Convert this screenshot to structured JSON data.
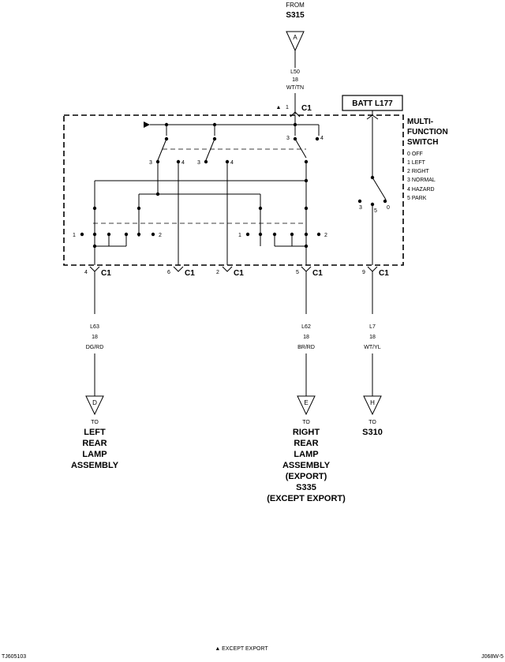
{
  "top_source": {
    "from_label": "FROM",
    "splice": "S315",
    "connector_letter": "A",
    "wire_circuit": "L50",
    "wire_gauge": "18",
    "wire_color": "WT/TN"
  },
  "top_connector": {
    "note_mark": "▲",
    "pin": "1",
    "name": "C1"
  },
  "batt_label": "BATT L177",
  "switch": {
    "title_lines": [
      "MULTI-",
      "FUNCTION",
      "SWITCH"
    ],
    "positions": [
      "0 OFF",
      "1 LEFT",
      "2 RIGHT",
      "3 NORMAL",
      "4 HAZARD",
      "5 PARK"
    ],
    "right_contacts": [
      "3",
      "5",
      "0"
    ]
  },
  "contact_labels": {
    "top_right_3": "3",
    "top_right_4": "4",
    "mid_3a": "3",
    "mid_4a": "4",
    "mid_3b": "3",
    "mid_4b": "4",
    "low_1a": "1",
    "low_2a": "2",
    "low_1b": "1",
    "low_2b": "2"
  },
  "bottom_connectors": [
    {
      "pin": "4",
      "name": "C1"
    },
    {
      "pin": "6",
      "name": "C1"
    },
    {
      "pin": "2",
      "name": "C1"
    },
    {
      "pin": "5",
      "name": "C1"
    },
    {
      "pin": "9",
      "name": "C1"
    }
  ],
  "wires": [
    {
      "circuit": "L63",
      "gauge": "18",
      "color": "DG/RD"
    },
    {
      "circuit": "L62",
      "gauge": "18",
      "color": "BR/RD"
    },
    {
      "circuit": "L7",
      "gauge": "18",
      "color": "WT/YL"
    }
  ],
  "destinations": [
    {
      "letter": "D",
      "to": "TO",
      "lines": [
        "LEFT",
        "REAR",
        "LAMP",
        "ASSEMBLY"
      ]
    },
    {
      "letter": "E",
      "to": "TO",
      "lines": [
        "RIGHT",
        "REAR",
        "LAMP",
        "ASSEMBLY",
        "(EXPORT)",
        "S335",
        "(EXCEPT EXPORT)"
      ]
    },
    {
      "letter": "H",
      "to": "TO",
      "lines": [
        "S310"
      ]
    }
  ],
  "footer": {
    "note": "▲ EXCEPT EXPORT",
    "left_code": "TJ605103",
    "right_code": "J068W-5"
  }
}
